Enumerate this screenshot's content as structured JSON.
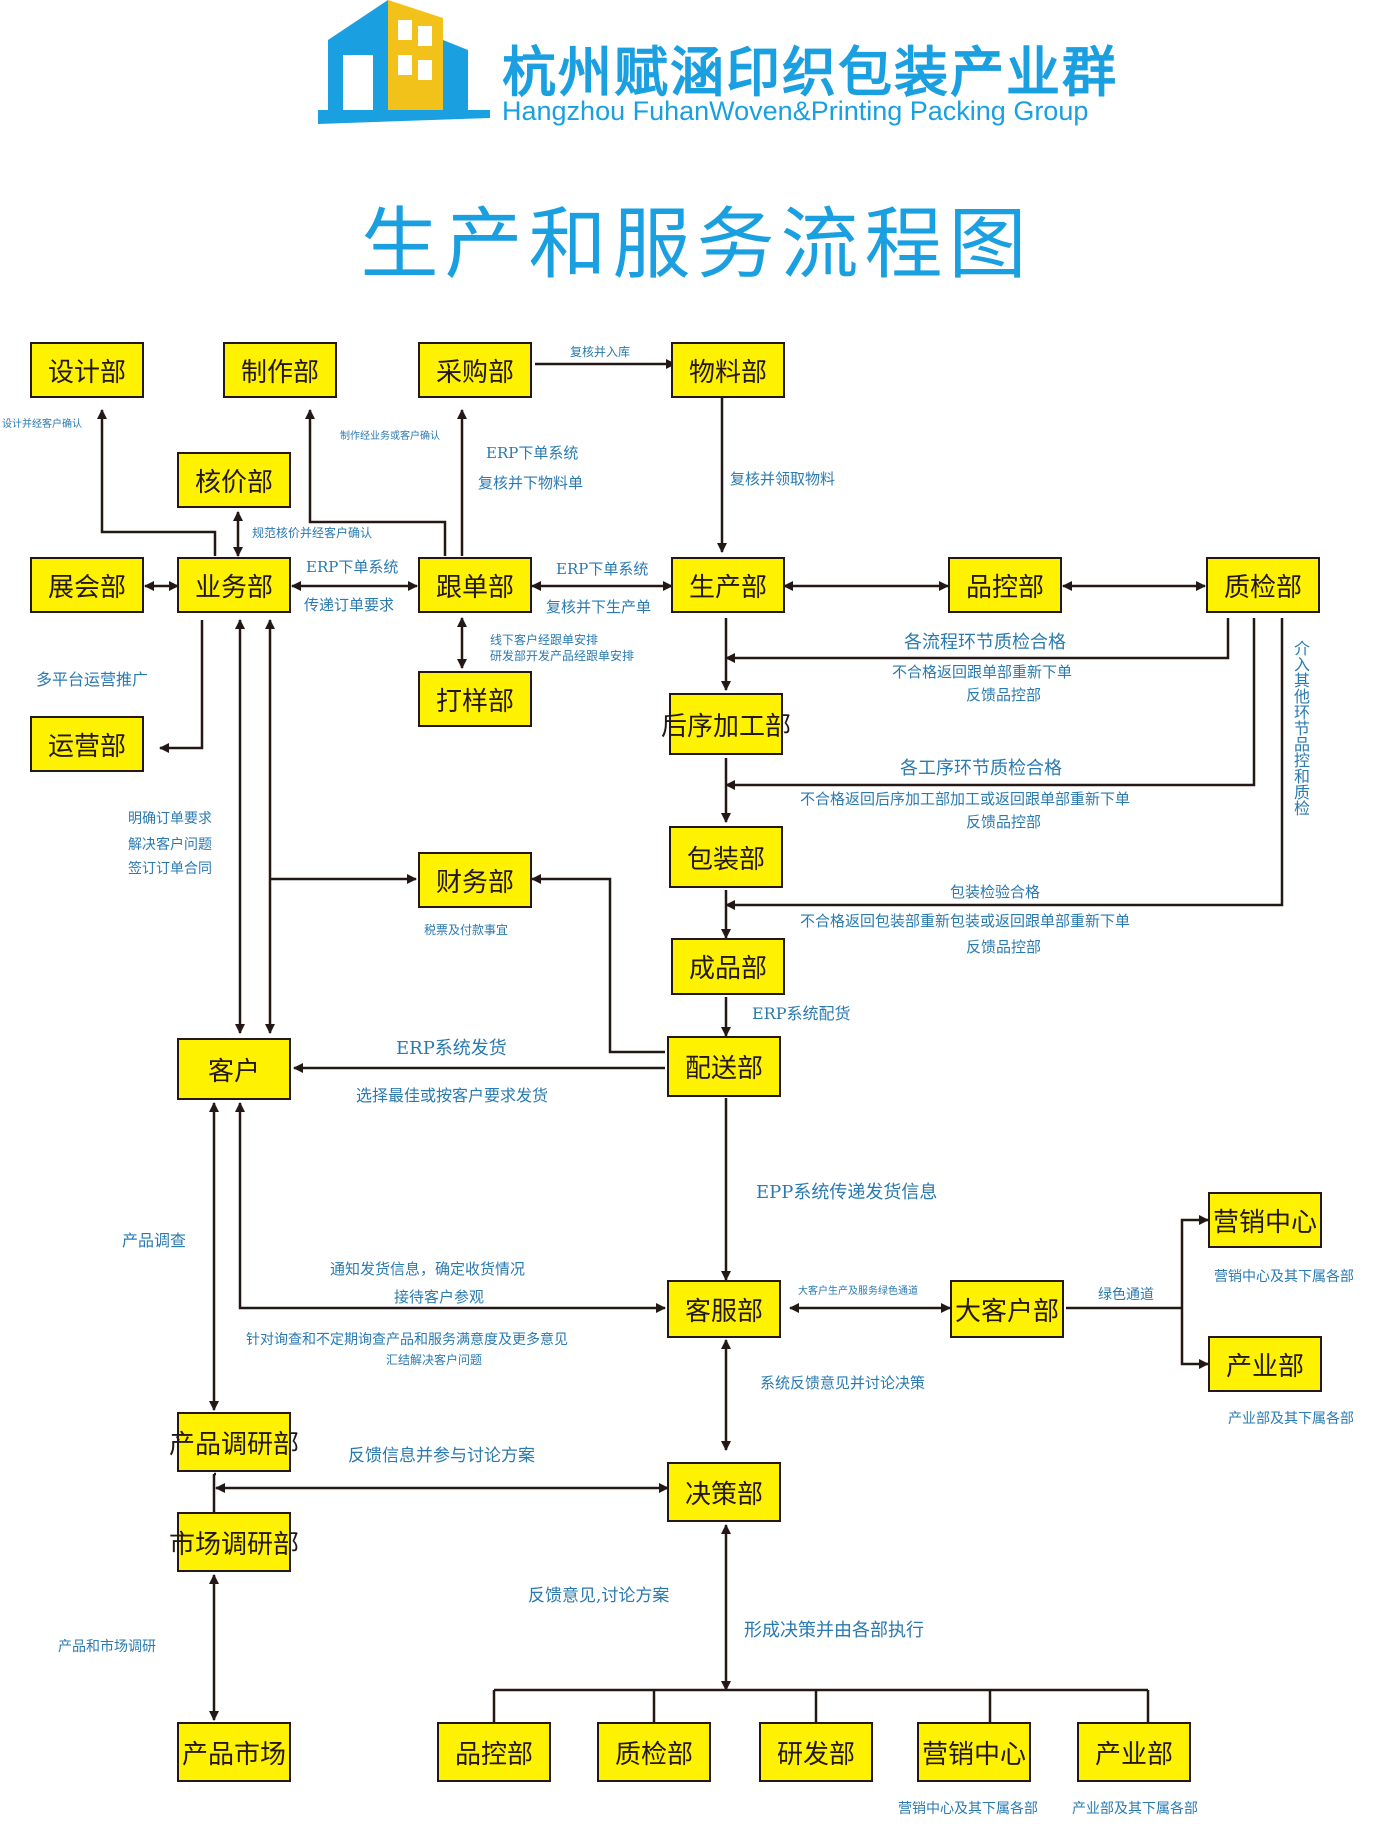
{
  "header": {
    "brand_cn": "杭州赋涵印织包装产业群",
    "brand_en": "Hangzhou FuhanWoven&Printing Packing Group",
    "title": "生产和服务流程图"
  },
  "colors": {
    "title_blue": "#1aa0e0",
    "node_fill": "#fff200",
    "line": "#231815",
    "label_blue": "#2a7ab0"
  },
  "nodes": {
    "design": "设计部",
    "make": "制作部",
    "purchase": "采购部",
    "material": "物料部",
    "pricing": "核价部",
    "expo": "展会部",
    "business": "业务部",
    "order_follow": "跟单部",
    "production": "生产部",
    "qc_control": "品控部",
    "qc_inspect": "质检部",
    "sample": "打样部",
    "operations": "运营部",
    "post_process": "后序加工部",
    "packaging": "包装部",
    "finance": "财务部",
    "finished": "成品部",
    "customer": "客户",
    "delivery": "配送部",
    "service": "客服部",
    "key_account": "大客户部",
    "marketing_center": "营销中心",
    "industry": "产业部",
    "product_research": "产品调研部",
    "market_research": "市场调研部",
    "decision": "决策部",
    "product_market": "产品市场",
    "b_qc_control": "品控部",
    "b_qc_inspect": "质检部",
    "b_rd": "研发部",
    "b_marketing": "营销中心",
    "b_industry": "产业部"
  },
  "labels": {
    "design_confirm": "设计并经客户确认",
    "make_confirm": "制作经业务或客户确认",
    "purchase_review": "复核并入库",
    "erp_order": "ERP下单系统",
    "review_material_order": "复核并下物料单",
    "review_pick": "复核并领取物料",
    "pricing_confirm": "规范核价并经客户确认",
    "erp_order_2": "ERP下单系统",
    "pass_order": "传递订单要求",
    "erp_order_3": "ERP下单系统",
    "review_production": "复核并下生产单",
    "sample_1": "线下客户经跟单安排",
    "sample_2": "研发部开发产品经跟单安排",
    "promo": "多平台运营推广",
    "qc_proc_pass": "各流程环节质检合格",
    "qc_proc_fail": "不合格返回跟单部重新下单",
    "qc_proc_feedback": "反馈品控部",
    "qc_step_pass": "各工序环节质检合格",
    "qc_step_fail": "不合格返回后序加工部加工或返回跟单部重新下单",
    "qc_step_feedback": "反馈品控部",
    "pack_pass": "包装检验合格",
    "pack_fail": "不合格返回包装部重新包装或返回跟单部重新下单",
    "pack_feedback": "反馈品控部",
    "qc_other": "介入其他环节品控和质检",
    "clear_1": "明确订单要求",
    "clear_2": "解决客户问题",
    "clear_3": "签订订单合同",
    "tax": "税票及付款事宜",
    "erp_dist": "ERP系统配货",
    "erp_ship": "ERP系统发货",
    "best_ship": "选择最佳或按客户要求发货",
    "epp_info": "EPP系统传递发货信息",
    "product_survey": "产品调查",
    "notify_1": "通知发货信息，确定收货情况",
    "notify_2": "接待客户参观",
    "survey_1": "针对询查和不定期询查产品和服务满意度及更多意见",
    "survey_2": "汇结解决客户问题",
    "green_key": "大客户生产及服务绿色通道",
    "green": "绿色通道",
    "marketing_sub": "营销中心及其下属各部",
    "industry_sub": "产业部及其下属各部",
    "sys_feedback": "系统反馈意见并讨论决策",
    "feedback_discuss": "反馈信息并参与讨论方案",
    "feedback_plan": "反馈意见,讨论方案",
    "execute": "形成决策并由各部执行",
    "market_research_label": "产品和市场调研",
    "bottom_marketing_sub": "营销中心及其下属各部",
    "bottom_industry_sub": "产业部及其下属各部"
  }
}
